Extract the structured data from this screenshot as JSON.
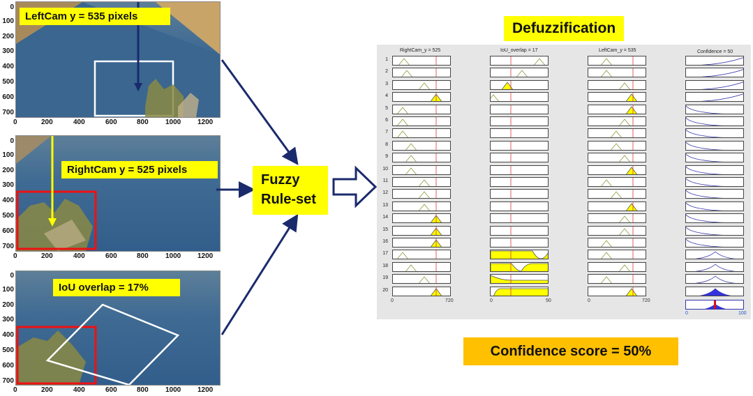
{
  "panels": [
    {
      "label": "LeftCam y = 535 pixels",
      "yticks": [
        "0",
        "100",
        "200",
        "300",
        "400",
        "500",
        "600",
        "700"
      ],
      "xticks": [
        "0",
        "200",
        "400",
        "600",
        "800",
        "1000",
        "1200"
      ]
    },
    {
      "label": "RightCam y = 525 pixels",
      "yticks": [
        "0",
        "100",
        "200",
        "300",
        "400",
        "500",
        "600",
        "700"
      ],
      "xticks": [
        "0",
        "200",
        "400",
        "600",
        "800",
        "1000",
        "1200"
      ]
    },
    {
      "label": "IoU overlap = 17%",
      "yticks": [
        "0",
        "100",
        "200",
        "300",
        "400",
        "500",
        "600",
        "700"
      ],
      "xticks": [
        "0",
        "200",
        "400",
        "600",
        "800",
        "1000",
        "1200"
      ]
    }
  ],
  "fuzzy": {
    "line1": "Fuzzy",
    "line2": "Rule-set"
  },
  "defuzz": {
    "title": "Defuzzification"
  },
  "rules": {
    "columns": [
      {
        "title": "RightCam_y = 525",
        "min": "0",
        "max": "720",
        "value": 525,
        "range": [
          0,
          720
        ]
      },
      {
        "title": "IoU_overlap = 17",
        "min": "0",
        "max": "50",
        "value": 17,
        "range": [
          0,
          50
        ]
      },
      {
        "title": "LeftCam_y = 535",
        "min": "0",
        "max": "720",
        "value": 535,
        "range": [
          0,
          720
        ]
      },
      {
        "title": "Confidence = 50",
        "min": "0",
        "max": "100",
        "value": 50,
        "range": [
          0,
          100
        ]
      }
    ],
    "row_numbers": [
      "1",
      "2",
      "3",
      "4",
      "5",
      "6",
      "7",
      "8",
      "9",
      "10",
      "11",
      "12",
      "13",
      "14",
      "15",
      "16",
      "17",
      "18",
      "19",
      "20"
    ]
  },
  "confidence": {
    "text": "Confidence score = 50%"
  },
  "colors": {
    "highlight": "#ffff00",
    "orange": "#ffc000",
    "arrow": "#1a2a6c",
    "fill_blue": "#3333dd",
    "redline": "#dd3333"
  }
}
